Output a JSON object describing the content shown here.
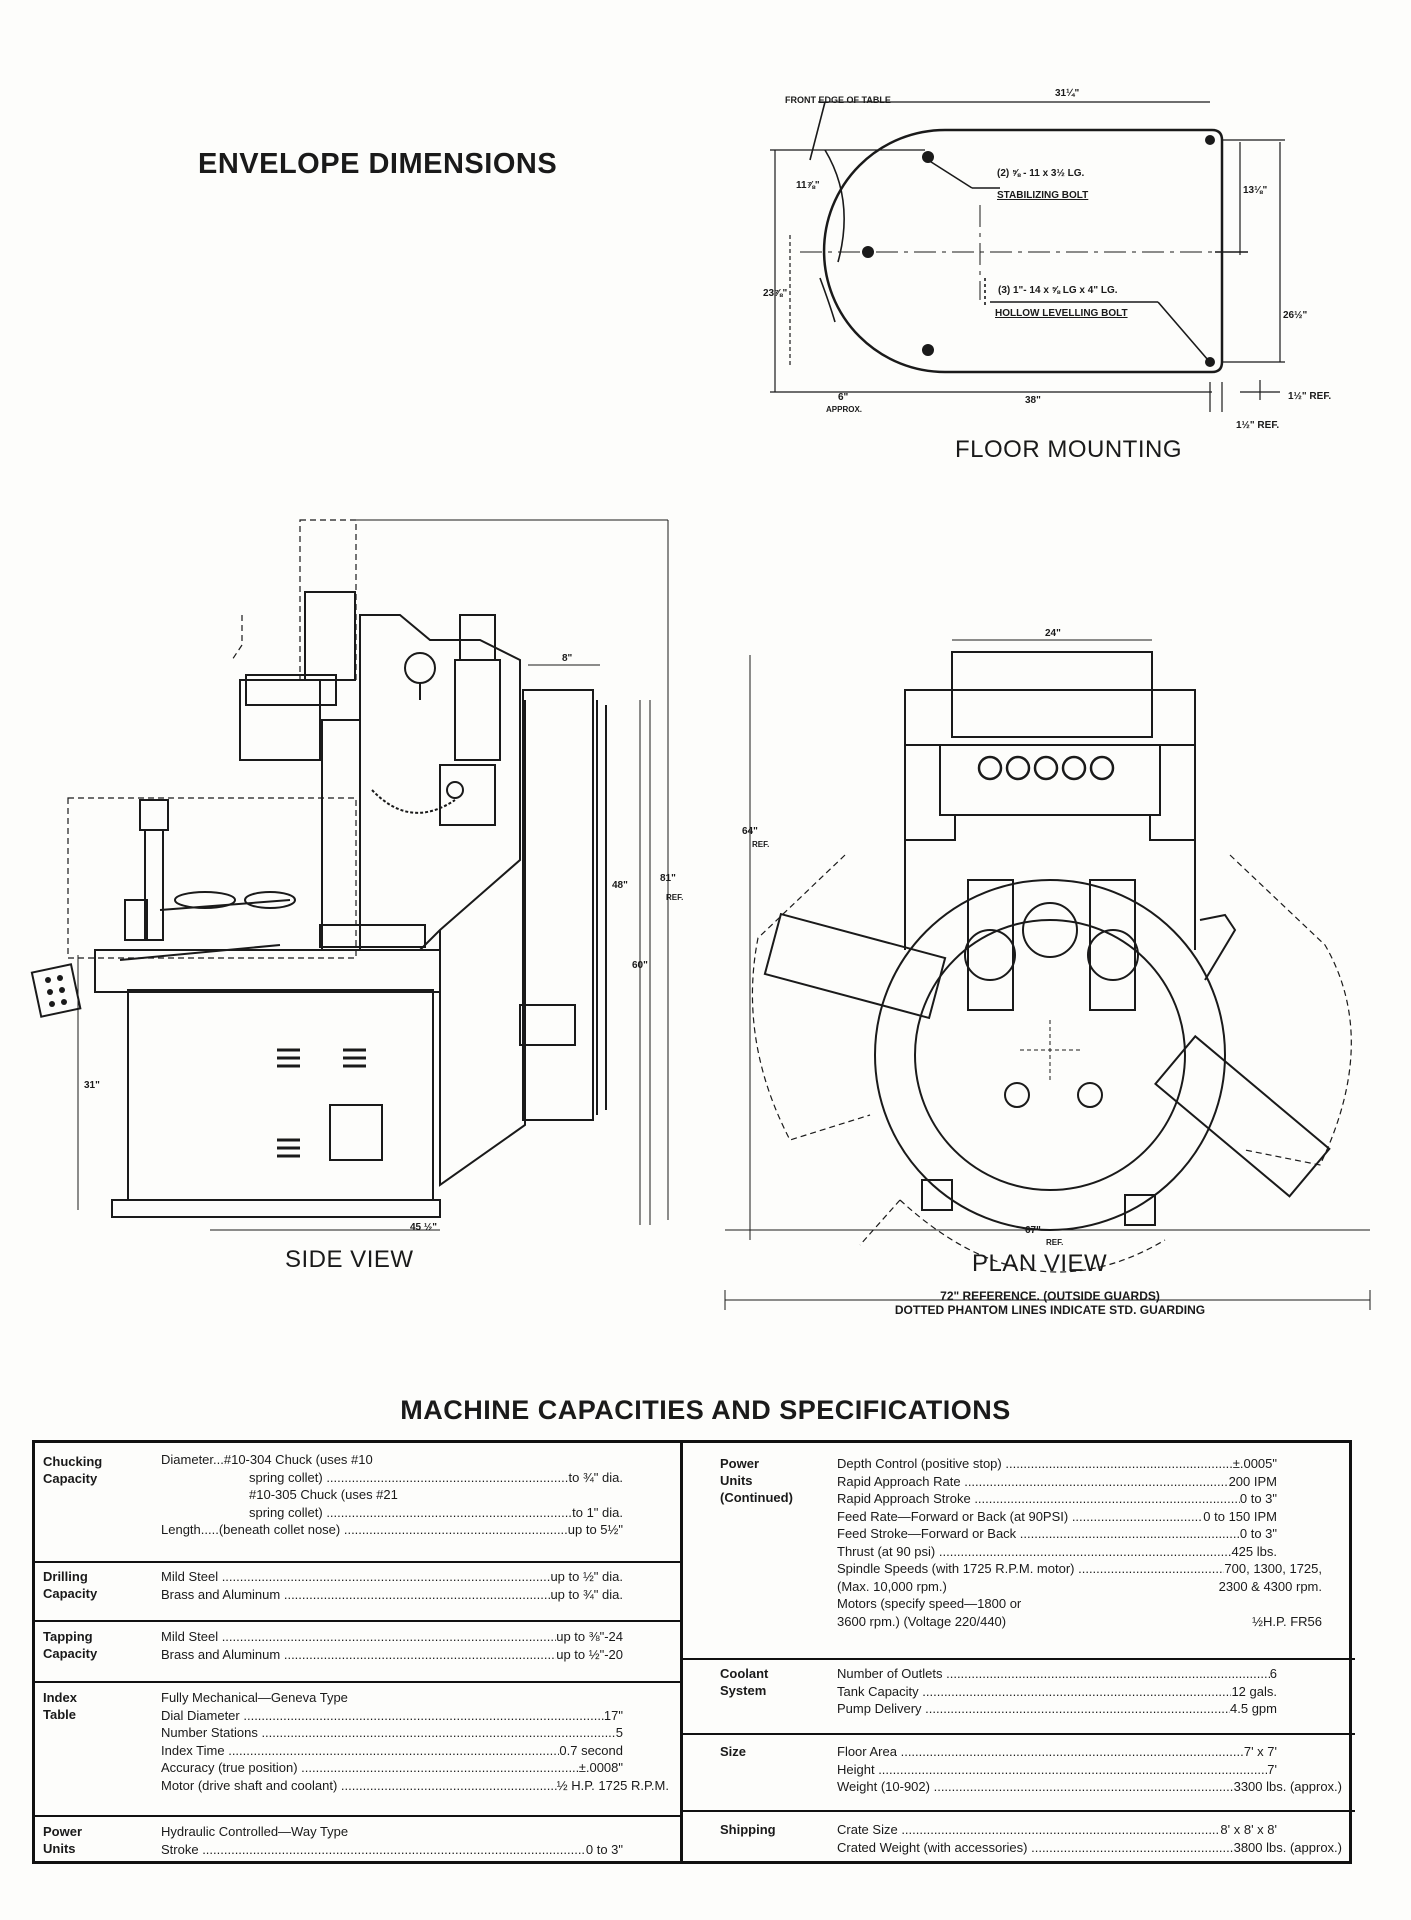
{
  "envelope_title": "ENVELOPE DIMENSIONS",
  "floor": {
    "title": "FLOOR MOUNTING",
    "front_edge": "FRONT EDGE OF TABLE",
    "stab_bolt": "(2) ⅝ - 11 x 3½ LG.",
    "stab_bolt2": "STABILIZING BOLT",
    "level_bolt": "(3) 1\"- 14 x ⅝ LG x 4\" LG.",
    "level_bolt2": "HOLLOW LEVELLING BOLT",
    "d_top": "31¼\"",
    "d_left1": "11⅞\"",
    "d_left2": "23⅞\"",
    "d_right1": "13⅛\"",
    "d_right2": "26½\"",
    "d_bottom": "38\"",
    "d_approx": "6\"",
    "d_approx2": "APPROX.",
    "d_ref1": "1½\" REF.",
    "d_ref2": "1½\" REF."
  },
  "side": {
    "title": "SIDE VIEW",
    "d_8": "8\"",
    "d_48": "48\"",
    "d_81": "81\"",
    "d_ref": "REF.",
    "d_60": "60\"",
    "d_31": "31\"",
    "d_45": "45 ½\""
  },
  "plan": {
    "title": "PLAN VIEW",
    "d_24": "24\"",
    "d_64": "64\"",
    "d_ref": "REF.",
    "d_67": "67\"",
    "d_ref2": "REF.",
    "note1": "72\" REFERENCE. (OUTSIDE GUARDS)",
    "note2": "DOTTED PHANTOM LINES INDICATE STD. GUARDING"
  },
  "specs": {
    "title": "MACHINE CAPACITIES AND SPECIFICATIONS",
    "chucking": {
      "heading": [
        "Chucking",
        "Capacity"
      ],
      "lines": [
        {
          "label": "Diameter...#10-304 Chuck (uses #10",
          "value": ""
        },
        {
          "label": "spring collet)",
          "value": "to ¾\" dia."
        },
        {
          "label": "#10-305 Chuck (uses #21",
          "value": ""
        },
        {
          "label": "spring collet)",
          "value": "to 1\" dia."
        },
        {
          "label": "Length.....(beneath collet nose)",
          "value": "up to 5½\""
        }
      ]
    },
    "drilling": {
      "heading": [
        "Drilling",
        "Capacity"
      ],
      "lines": [
        {
          "label": "Mild Steel",
          "value": "up to ½\" dia."
        },
        {
          "label": "Brass and Aluminum",
          "value": "up to ¾\" dia."
        }
      ]
    },
    "tapping": {
      "heading": [
        "Tapping",
        "Capacity"
      ],
      "lines": [
        {
          "label": "Mild Steel",
          "value": "up to ⅜\"-24"
        },
        {
          "label": "Brass and Aluminum",
          "value": "up to ½\"-20"
        }
      ]
    },
    "index": {
      "heading": [
        "Index",
        "Table"
      ],
      "lines": [
        {
          "label": "Fully Mechanical—Geneva Type",
          "value": ""
        },
        {
          "label": "Dial Diameter",
          "value": "17\""
        },
        {
          "label": "Number Stations",
          "value": "5"
        },
        {
          "label": "Index Time",
          "value": "0.7 second"
        },
        {
          "label": "Accuracy (true position)",
          "value": "±.0008\""
        },
        {
          "label": "Motor (drive shaft and coolant)",
          "value": "½ H.P. 1725 R.P.M."
        }
      ]
    },
    "power": {
      "heading": [
        "Power",
        "Units"
      ],
      "lines": [
        {
          "label": "Hydraulic Controlled—Way Type",
          "value": ""
        },
        {
          "label": "Stroke",
          "value": "0 to 3\""
        }
      ]
    },
    "power_cont": {
      "heading": [
        "Power",
        "Units",
        "(Continued)"
      ],
      "lines": [
        {
          "label": "Depth Control (positive stop)",
          "value": "±.0005\""
        },
        {
          "label": "Rapid Approach Rate",
          "value": "200 IPM"
        },
        {
          "label": "Rapid Approach Stroke",
          "value": "0 to 3\""
        },
        {
          "label": "Feed Rate—Forward or Back (at 90PSI)",
          "value": "0 to 150 IPM"
        },
        {
          "label": "Feed Stroke—Forward or Back",
          "value": "0 to 3\""
        },
        {
          "label": "Thrust (at 90 psi)",
          "value": "425 lbs."
        },
        {
          "label": "Spindle Speeds (with 1725 R.P.M. motor)",
          "value": "700, 1300, 1725,"
        },
        {
          "label": "(Max. 10,000 rpm.)",
          "value": "2300 & 4300 rpm."
        },
        {
          "label": "Motors (specify speed—1800 or",
          "value": ""
        },
        {
          "label": "3600 rpm.) (Voltage 220/440)",
          "value": "½H.P. FR56"
        }
      ]
    },
    "coolant": {
      "heading": [
        "Coolant",
        "System"
      ],
      "lines": [
        {
          "label": "Number of Outlets",
          "value": "6"
        },
        {
          "label": "Tank Capacity",
          "value": "12 gals."
        },
        {
          "label": "Pump Delivery",
          "value": "4.5 gpm"
        }
      ]
    },
    "size": {
      "heading": [
        "Size"
      ],
      "lines": [
        {
          "label": "Floor Area",
          "value": "7' x 7'"
        },
        {
          "label": "Height",
          "value": "7'"
        },
        {
          "label": "Weight (10-902)",
          "value": "3300 lbs. (approx.)"
        }
      ]
    },
    "shipping": {
      "heading": [
        "Shipping"
      ],
      "lines": [
        {
          "label": "Crate Size",
          "value": "8' x 8' x 8'"
        },
        {
          "label": "Crated Weight (with accessories)",
          "value": "3800 lbs. (approx.)"
        }
      ]
    }
  }
}
